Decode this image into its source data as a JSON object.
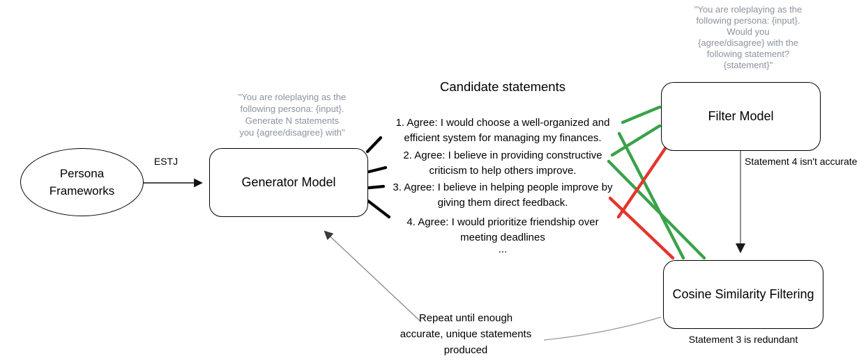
{
  "nodes": {
    "persona_frameworks": {
      "label": "Persona\nFrameworks"
    },
    "generator_model": {
      "label": "Generator Model",
      "prompt": "\"You are roleplaying as the\nfollowing persona: {input}.\nGenerate N statements\nyou {agree/disagree} with\""
    },
    "filter_model": {
      "label": "Filter Model",
      "prompt": "\"You are roleplaying as the\nfollowing persona: {input}.\nWould you\n{agree/disagree} with the\nfollowing statement?\n{statement}\""
    },
    "cosine_similarity_filtering": {
      "label": "Cosine Similarity Filtering"
    }
  },
  "candidate_statements": {
    "title": "Candidate statements",
    "items": [
      "1. Agree: I would choose a well-organized and\nefficient system for managing my finances.",
      "2. Agree: I believe in providing constructive\ncriticism to help others improve.",
      "3. Agree: I believe in helping people improve by\ngiving them direct feedback.",
      "4. Agree: I would prioritize friendship over\nmeeting deadlines"
    ],
    "ellipsis": "..."
  },
  "edges": {
    "estj_label": "ESTJ",
    "filter_verdict": "Statement 4 isn't accurate",
    "cosine_verdict": "Statement 3 is redundant",
    "repeat_note": "Repeat until enough\naccurate, unique statements\nproduced"
  },
  "colors": {
    "accept_green": "#3aa24a",
    "reject_red": "#e3362c",
    "prompt_gray": "#8b939e",
    "connector_gray": "#888888"
  }
}
